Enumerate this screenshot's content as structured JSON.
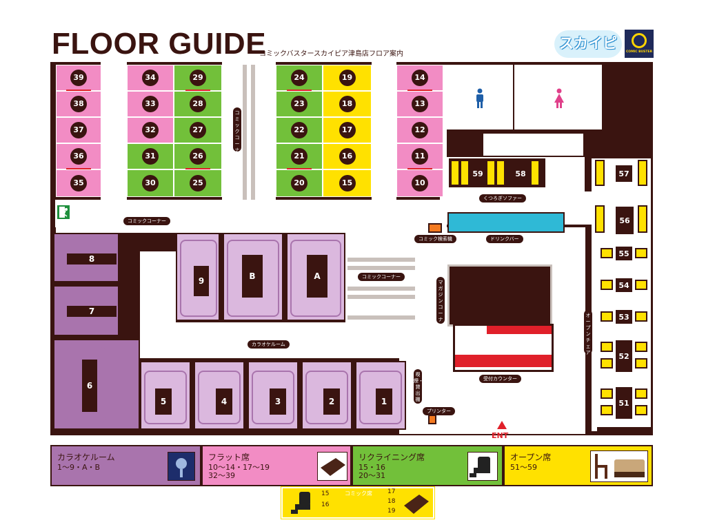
{
  "header": {
    "title": "FLOOR GUIDE",
    "subtitle": "コミックバスタースカイピア津島店フロア案内",
    "logo_text": "スカイピア",
    "brand_text": "COMIC BUSTER"
  },
  "colors": {
    "dark": "#3a1410",
    "flat": "#f28cc4",
    "recliner": "#72c03a",
    "comic_seat": "#ffe100",
    "karaoke_light": "#dbb8de",
    "karaoke": "#a974ad",
    "drink": "#2fb9d6",
    "entrance": "#e0202a"
  },
  "booths": {
    "col1": [
      "39",
      "38",
      "37",
      "36",
      "35"
    ],
    "col2": [
      "34",
      "33",
      "32",
      "31",
      "30"
    ],
    "col3": [
      "29",
      "28",
      "27",
      "26",
      "25"
    ],
    "col4": [
      "24",
      "23",
      "22",
      "21",
      "20"
    ],
    "col5": [
      "19",
      "18",
      "17",
      "16",
      "15"
    ],
    "col6": [
      "14",
      "13",
      "12",
      "11",
      "10"
    ]
  },
  "karaoke_rooms": {
    "r8": "8",
    "r7": "7",
    "r6": "6",
    "r9": "9",
    "rB": "B",
    "rA": "A",
    "r5": "5",
    "r4": "4",
    "r3": "3",
    "r2": "2",
    "r1": "1"
  },
  "open_seats": {
    "s59": "59",
    "s58": "58",
    "s57": "57",
    "s56": "56",
    "s55": "55",
    "s54": "54",
    "s53": "53",
    "s52": "52",
    "s51": "51"
  },
  "labels": {
    "comic_corner_v": "コミックコーナー",
    "comic_corner_h": "コミックコーナー",
    "comic_corner_mid": "コミックコーナー",
    "karaoke_room": "カラオケルーム",
    "sofa": "くつろぎソファー",
    "search": "コミック検索機",
    "drink_bar": "ドリンクバー",
    "magazine_corner": "マガジンコーナー",
    "reception": "受付カウンター",
    "open_chair": "オープンチェア",
    "smoking": "喫煙・貸出棚",
    "printer": "プリンター",
    "entrance": "ENT"
  },
  "legend": {
    "karaoke": {
      "title": "カラオケルーム",
      "desc": "1～9・A・B"
    },
    "flat": {
      "title": "フラット席",
      "desc1": "10～14・17～19",
      "desc2": "32～39"
    },
    "recliner": {
      "title": "リクライニング席",
      "desc1": "15・16",
      "desc2": "20～31"
    },
    "open": {
      "title": "オープン席",
      "desc": "51～59"
    }
  },
  "comic_seat_legend": {
    "title": "コミック席",
    "left": [
      "15",
      "16"
    ],
    "right": [
      "17",
      "18",
      "19"
    ]
  }
}
